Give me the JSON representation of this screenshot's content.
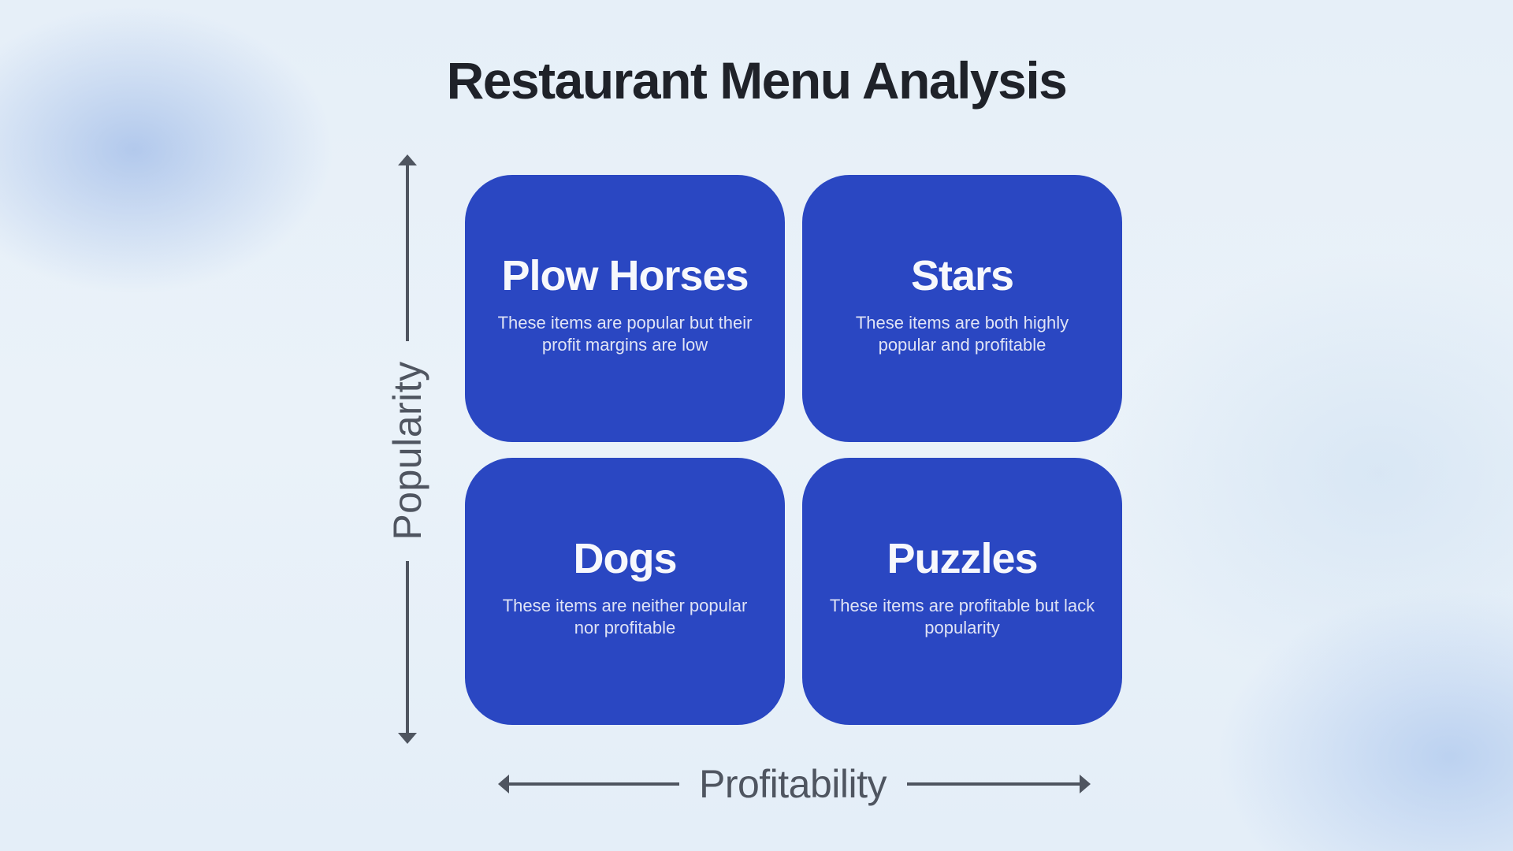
{
  "title": "Restaurant Menu Analysis",
  "colors": {
    "quadrant_fill": "#2a47c2",
    "quadrant_heading": "#f7f8fc",
    "quadrant_text": "#dfe3f5",
    "axis": "#4f5560",
    "title": "#1f2229"
  },
  "axes": {
    "y_label": "Popularity",
    "x_label": "Profitability"
  },
  "quadrants": [
    {
      "position": "top-left",
      "name": "Plow Horses",
      "description": "These items are popular but their profit margins are low"
    },
    {
      "position": "top-right",
      "name": "Stars",
      "description": "These items are both highly popular and profitable"
    },
    {
      "position": "bottom-left",
      "name": "Dogs",
      "description": "These items are neither popular nor profitable"
    },
    {
      "position": "bottom-right",
      "name": "Puzzles",
      "description": "These items are profitable but lack popularity"
    }
  ]
}
